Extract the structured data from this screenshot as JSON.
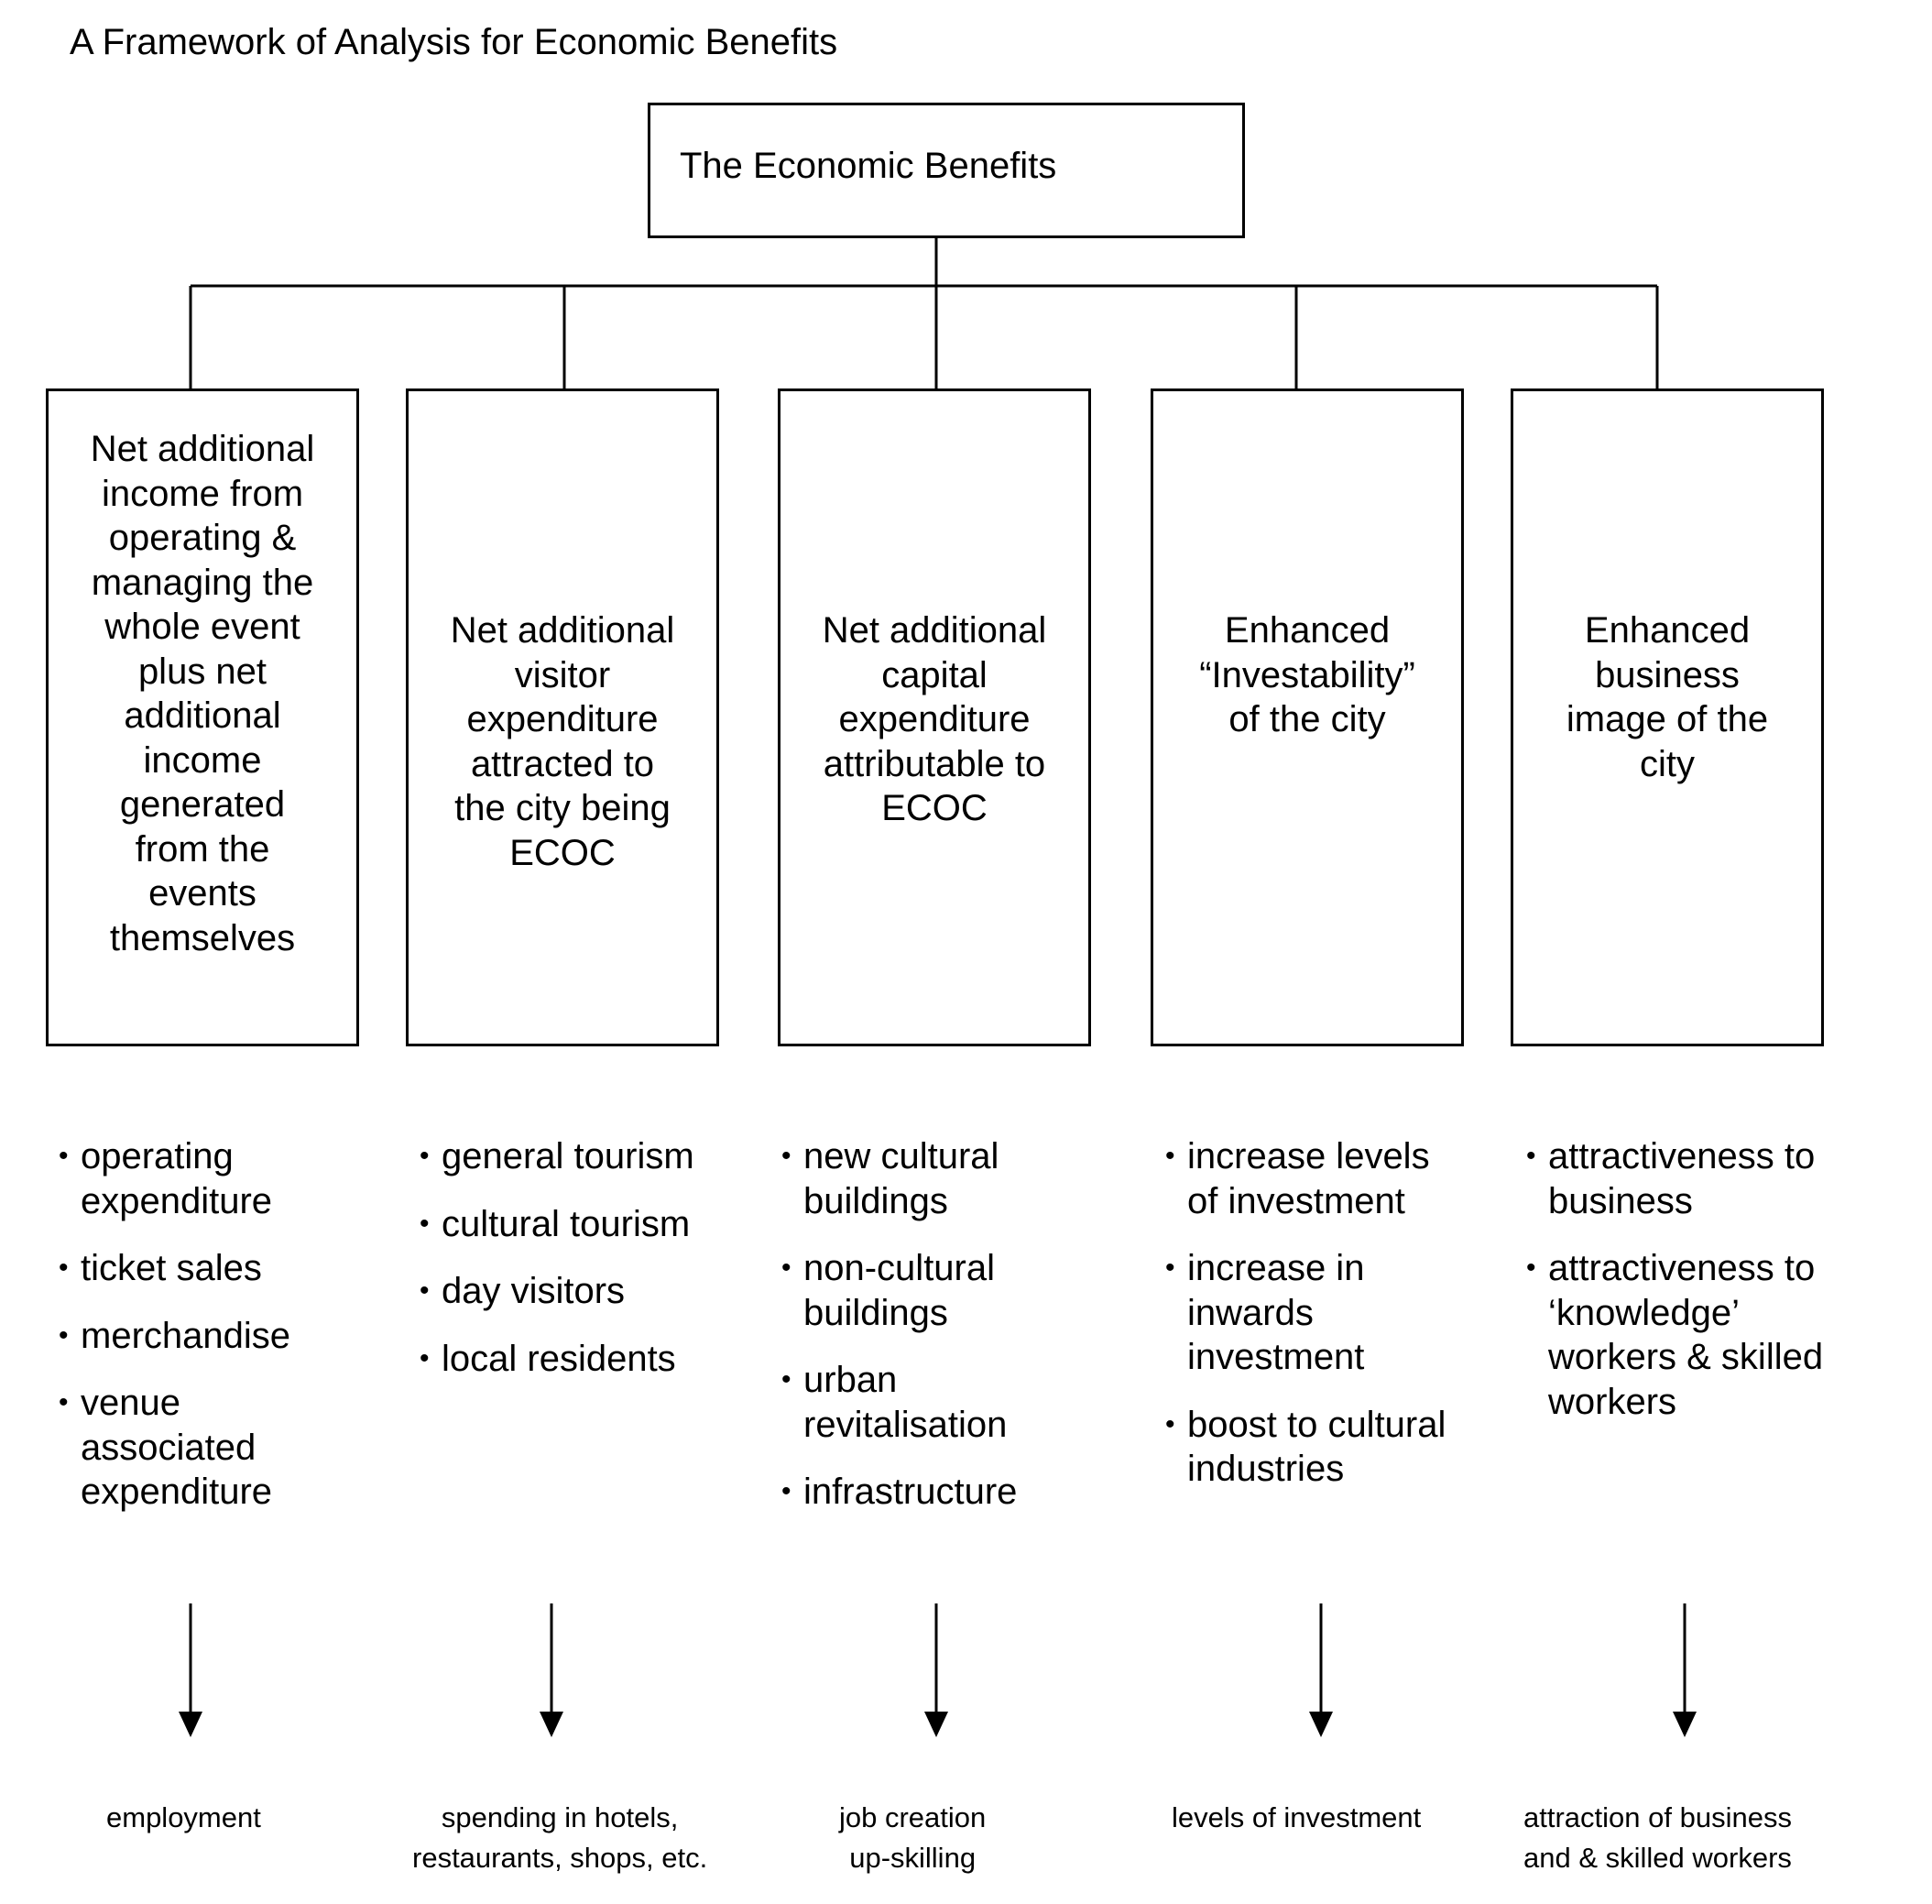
{
  "title": "A Framework of Analysis for Economic Benefits",
  "root": {
    "label": "The Economic Benefits"
  },
  "categories": [
    {
      "label_lines": [
        "Net additional",
        "income from",
        "operating &",
        "managing the",
        "whole event",
        "plus net",
        "additional",
        "income",
        "generated",
        "from the",
        "events",
        "themselves"
      ],
      "items": [
        [
          "operating",
          "expenditure"
        ],
        [
          "ticket sales"
        ],
        [
          "merchandise"
        ],
        [
          "venue",
          "associated",
          "expenditure"
        ]
      ],
      "outcome_lines": [
        "employment"
      ]
    },
    {
      "label_lines": [
        "Net additional",
        "visitor",
        "expenditure",
        "attracted to",
        "the city being",
        "ECOC"
      ],
      "items": [
        [
          "general tourism"
        ],
        [
          "cultural tourism"
        ],
        [
          "day visitors"
        ],
        [
          "local residents"
        ]
      ],
      "outcome_lines": [
        "spending in hotels,",
        "restaurants, shops, etc."
      ]
    },
    {
      "label_lines": [
        "Net additional",
        "capital",
        "expenditure",
        "attributable to",
        "ECOC"
      ],
      "items": [
        [
          "new cultural",
          "buildings"
        ],
        [
          "non-cultural",
          "buildings"
        ],
        [
          "urban",
          "revitalisation"
        ],
        [
          "infrastructure"
        ]
      ],
      "outcome_lines": [
        "job creation",
        "up-skilling"
      ]
    },
    {
      "label_lines": [
        "Enhanced",
        "“Investability”",
        "of the city"
      ],
      "items": [
        [
          "increase levels",
          "of investment"
        ],
        [
          "increase in",
          "inwards",
          "investment"
        ],
        [
          "boost to cultural",
          "industries"
        ]
      ],
      "outcome_lines": [
        "levels of investment"
      ]
    },
    {
      "label_lines": [
        "Enhanced",
        "business",
        "image of the",
        "city"
      ],
      "items": [
        [
          "attractiveness to",
          "business"
        ],
        [
          "attractiveness to",
          "‘knowledge’",
          "workers & skilled",
          "workers"
        ]
      ],
      "outcome_lines": [
        "attraction of business",
        "and & skilled workers"
      ]
    }
  ]
}
